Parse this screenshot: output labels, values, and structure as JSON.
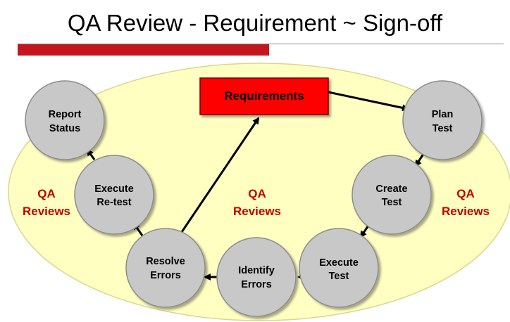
{
  "title": "QA Review - Requirement ~ Sign-off",
  "requirements": "Requirements",
  "nodes": {
    "plan_test": [
      "Plan",
      "Test"
    ],
    "create_test": [
      "Create",
      "Test"
    ],
    "execute_test": [
      "Execute",
      "Test"
    ],
    "identify_errors": [
      "Identify",
      "Errors"
    ],
    "resolve_errors": [
      "Resolve",
      "Errors"
    ],
    "execute_retest": [
      "Execute",
      "Re-test"
    ],
    "report_status": [
      "Report",
      "Status"
    ]
  },
  "qa_labels": {
    "left": [
      "QA",
      "Reviews"
    ],
    "center": [
      "QA",
      "Reviews"
    ],
    "right": [
      "QA",
      "Reviews"
    ]
  },
  "colors": {
    "ellipse_fill": "#ffffc2",
    "ellipse_stroke": "#d8d890",
    "node_fill": "#c8c8c8",
    "node_stroke": "#8c8c8c",
    "requirements_fill": "#ff0000",
    "requirements_stroke": "#7a0000",
    "qa_text": "#c00000",
    "title_bar": "#c4161c"
  }
}
